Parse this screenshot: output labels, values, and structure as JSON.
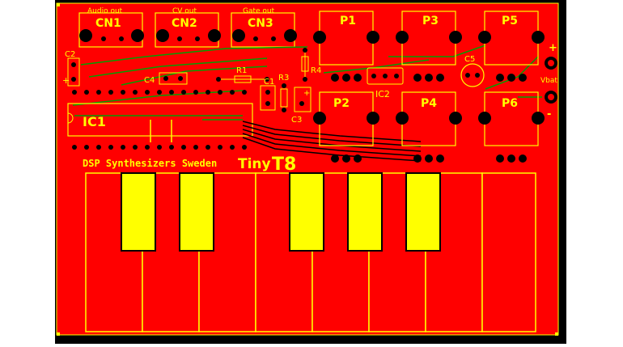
{
  "board": {
    "brand": "DSP Synthesizers Sweden",
    "product": "Tiny",
    "product_suffix": "T8"
  },
  "connectors": [
    {
      "ref": "CN1",
      "caption": "Audio out"
    },
    {
      "ref": "CN2",
      "caption": "CV out"
    },
    {
      "ref": "CN3",
      "caption": "Gate out"
    }
  ],
  "pots": [
    "P1",
    "P2",
    "P3",
    "P4",
    "P5",
    "P6"
  ],
  "components": {
    "ic1": "IC1",
    "ic2": "IC2",
    "c1": "C1",
    "c2": "C2",
    "c3": "C3",
    "c4": "C4",
    "c5": "C5",
    "r1": "R1",
    "r3": "R3",
    "r4": "R4"
  },
  "power": {
    "plus": "+",
    "minus": "-",
    "label": "Vbat"
  },
  "colors": {
    "canvas": "#000000",
    "copper": "#ff0000",
    "silkscreen": "#ffff00",
    "trace_alt": "#00a000",
    "pad_hole": "#000000"
  }
}
